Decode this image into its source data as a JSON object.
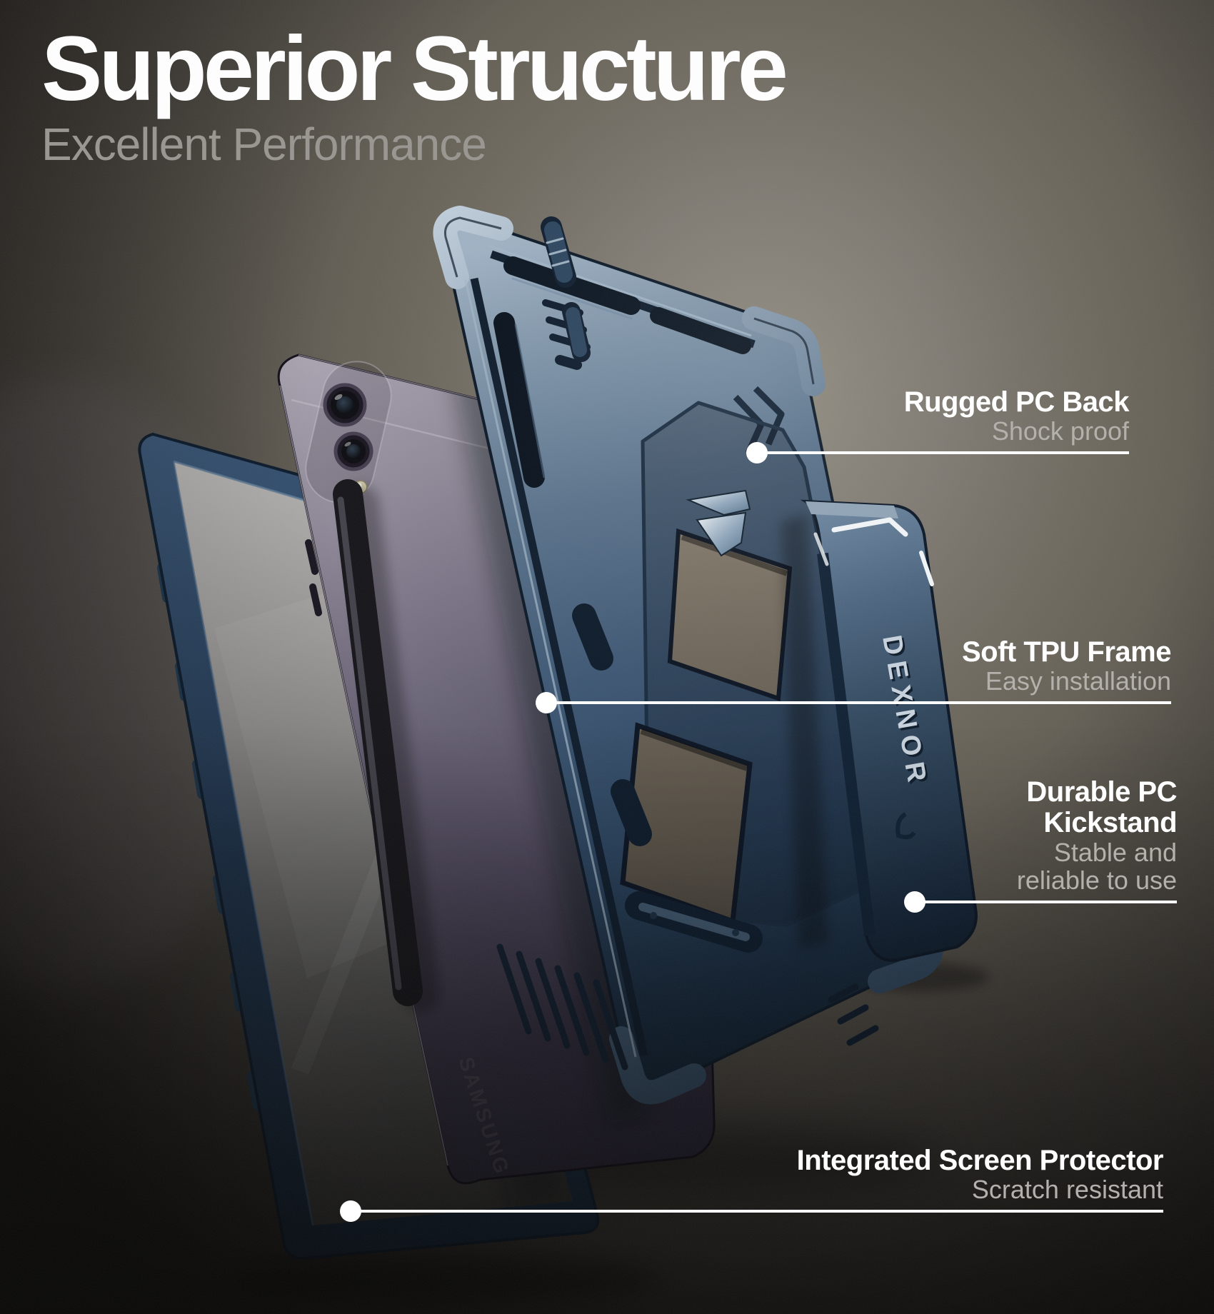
{
  "header": {
    "title": "Superior Structure",
    "subtitle": "Excellent Performance"
  },
  "product": {
    "case_brand": "DEXNOR",
    "tablet_brand": "SAMSUNG"
  },
  "callouts": [
    {
      "id": "rugged-pc-back",
      "title": "Rugged PC Back",
      "subtitle": "Shock proof"
    },
    {
      "id": "soft-tpu-frame",
      "title": "Soft TPU Frame",
      "subtitle": "Easy installation"
    },
    {
      "id": "durable-pc-kickstand",
      "title_line1": "Durable PC",
      "title_line2": "Kickstand",
      "subtitle_line1": "Stable and",
      "subtitle_line2": "reliable to use"
    },
    {
      "id": "integrated-screen-protector",
      "title": "Integrated Screen Protector",
      "subtitle": "Scratch resistant"
    }
  ],
  "colors": {
    "accent_white": "#ffffff",
    "subtitle_gray": "#9a9792",
    "callout_sub_gray": "#b4b1ac",
    "background_light": "#8e897e",
    "background_dark": "#1d1b19",
    "case_navy": "#27405c",
    "kickstand_navy": "#1d3044",
    "tablet_plum": "#4a4458",
    "protector_blue": "#1c3450"
  }
}
